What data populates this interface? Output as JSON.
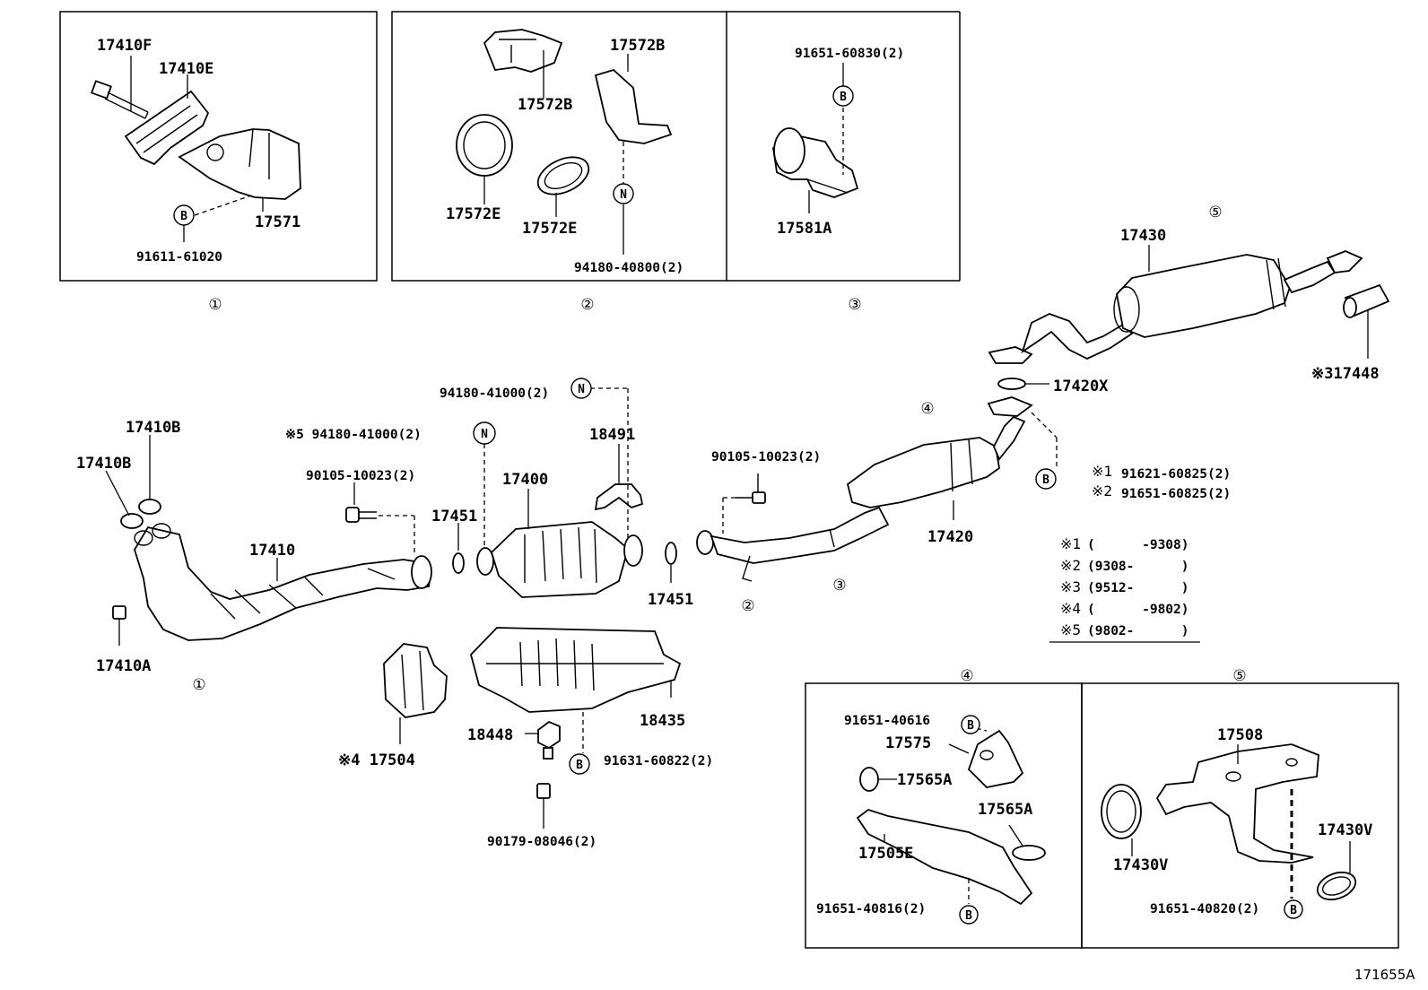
{
  "diagram": {
    "ref_code": "171655A",
    "symbol_b": "B",
    "symbol_n": "N",
    "markers": [
      "①",
      "②",
      "③",
      "④",
      "⑤"
    ],
    "labels": {
      "p17410F": "17410F",
      "p17410E": "17410E",
      "p17571": "17571",
      "p91611_61020": "91611-61020",
      "p17572B_a": "17572B",
      "p17572B_b": "17572B",
      "p17572E_a": "17572E",
      "p17572E_b": "17572E",
      "p94180_40800": "94180-40800(2)",
      "p91651_60830": "91651-60830(2)",
      "p17581A": "17581A",
      "p17430": "17430",
      "p317448": "※317448",
      "p17420X": "17420X",
      "p94180_41000_a": "94180-41000(2)",
      "p94180_41000_b": "※5 94180-41000(2)",
      "p17410B_a": "17410B",
      "p17410B_b": "17410B",
      "p90105_10023_a": "90105-10023(2)",
      "p90105_10023_b": "90105-10023(2)",
      "p17410": "17410",
      "p17451_a": "17451",
      "p17451_b": "17451",
      "p17400": "17400",
      "p18491": "18491",
      "p17420": "17420",
      "p91621_60825": "91621-60825(2)",
      "p91651_60825": "91651-60825(2)",
      "p17410A": "17410A",
      "p18435": "18435",
      "p18448": "18448",
      "p91631_60822": "91631-60822(2)",
      "p17504": "※4 17504",
      "p90179_08046": "90179-08046(2)",
      "p91651_40616": "91651-40616",
      "p17575": "17575",
      "p17565A_a": "17565A",
      "p17565A_b": "17565A",
      "p17505E": "17505E",
      "p91651_40816": "91651-40816(2)",
      "p17508": "17508",
      "p17430V_a": "17430V",
      "p17430V_b": "17430V",
      "p91651_40820": "91651-40820(2)",
      "mark_b1": "※1",
      "mark_b2": "※2"
    },
    "notes": [
      {
        "mark": "※1",
        "range": "(      -9308)"
      },
      {
        "mark": "※2",
        "range": "(9308-      )"
      },
      {
        "mark": "※3",
        "range": "(9512-      )"
      },
      {
        "mark": "※4",
        "range": "(      -9802)"
      },
      {
        "mark": "※5",
        "range": "(9802-      )"
      }
    ]
  }
}
